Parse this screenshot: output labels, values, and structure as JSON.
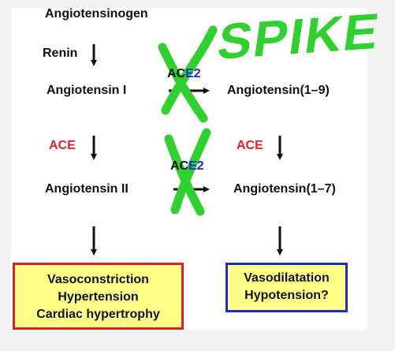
{
  "nodes": {
    "angiotensinogen": "Angiotensinogen",
    "renin": "Renin",
    "angiotensin_i": "Angiotensin I",
    "angiotensin_ii": "Angiotensin II",
    "angiotensin_1_9": "Angiotensin(1–9)",
    "angiotensin_1_7": "Angiotensin(1–7)"
  },
  "enzymes": {
    "ace_left": "ACE",
    "ace_right": "ACE",
    "ace2_top": {
      "prefix": "AC",
      "suffix": "E2"
    },
    "ace2_mid": {
      "prefix": "AC",
      "suffix": "E2"
    }
  },
  "outcomes": {
    "left": [
      "Vasoconstriction",
      "Hypertension",
      "Cardiac hypertrophy"
    ],
    "right": [
      "Vasodilatation",
      "Hypotension?"
    ]
  },
  "annotation": {
    "spike_text": "SPIKE"
  },
  "colors": {
    "ace_red": "#e8202a",
    "ace2_blue": "#1b2bd6",
    "box_fill": "#ffff88",
    "left_border": "#e02020",
    "right_border": "#1a2bd4",
    "scribble_green": "#2ed12e"
  }
}
